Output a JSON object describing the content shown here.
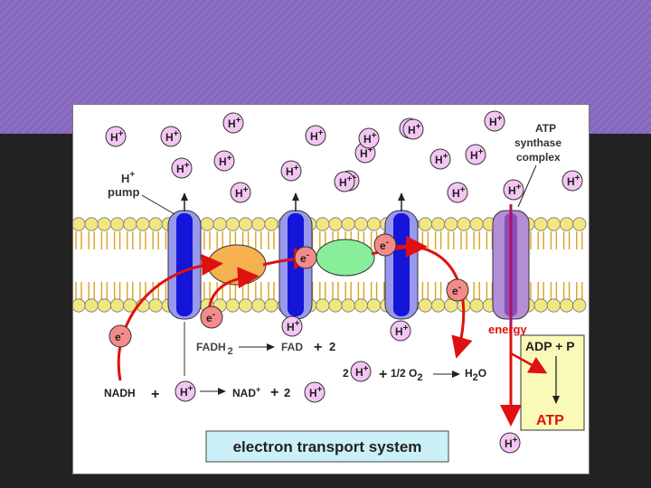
{
  "diagram": {
    "title": "electron transport system",
    "labels": {
      "h_pump_h": "H",
      "h_pump_plus": "+",
      "h_pump_word": "pump",
      "atp_synthase_1": "ATP",
      "atp_synthase_2": "synthase",
      "atp_synthase_3": "complex",
      "energy": "energy",
      "adp_p": "ADP + P",
      "atp": "ATP",
      "nadh": "NADH",
      "plus": "+",
      "nad": "NAD",
      "nad_sup": "+",
      "two": "2",
      "fadh": "FADH",
      "fadh_sub": "2",
      "fad": "FAD",
      "half_o2": "1/2 O",
      "o2_sub": "2",
      "h2o_h": "H",
      "h2o_sub": "2",
      "h2o_o": "O",
      "ion_h": "H",
      "ion_plus": "+",
      "electron_e": "e",
      "electron_minus": "-"
    },
    "colors": {
      "membrane_head": "#f2e680",
      "membrane_tail": "#d9a21b",
      "protein_blue": "#1515d8",
      "atp_synthase": "#a070c0",
      "flow_arrow": "#e01010",
      "ion_fill": "#f4c6f4",
      "electron_fill": "#f58a8a",
      "carrier_orange": "#f5b050",
      "carrier_green": "#88ee99",
      "box_fill": "#fafab8"
    }
  }
}
